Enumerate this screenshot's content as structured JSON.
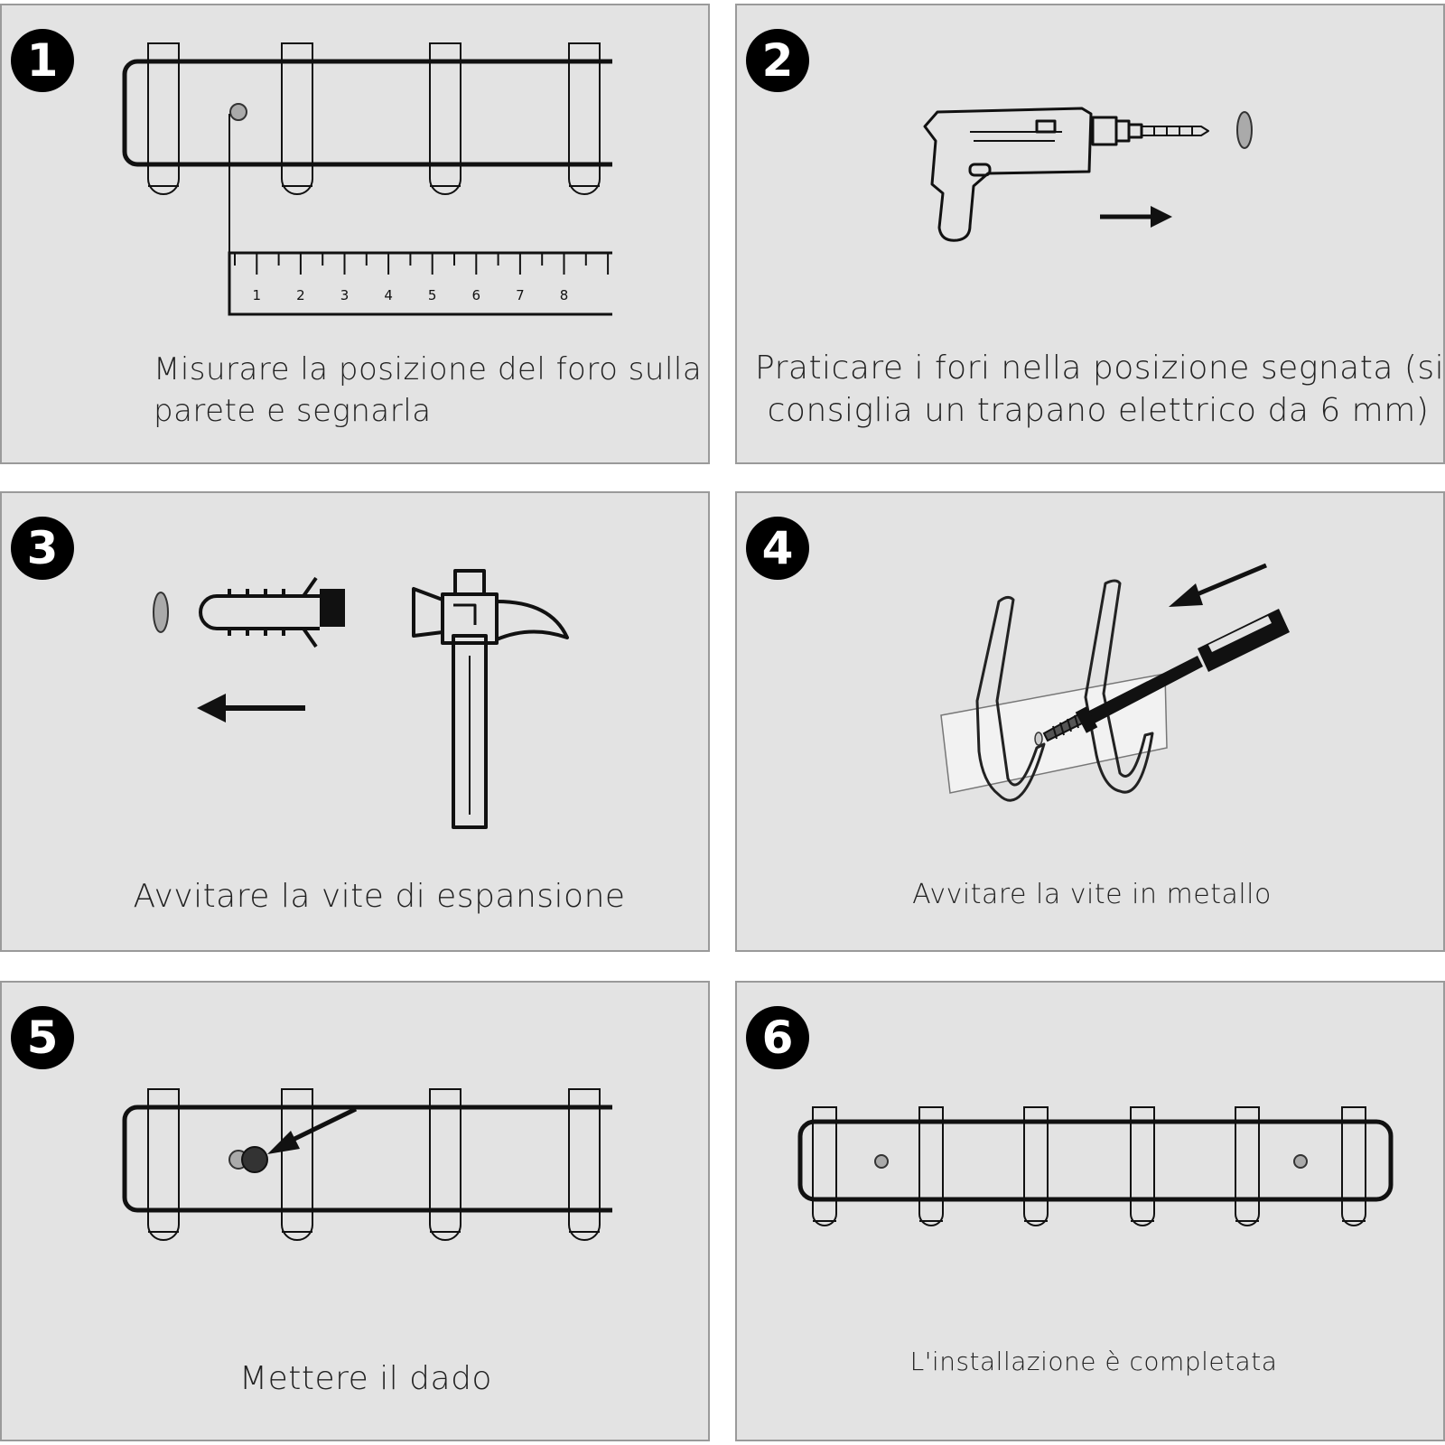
{
  "steps": [
    {
      "number": "1",
      "caption_line1": "Misurare la posizione del foro sulla",
      "caption_line2": "parete e segnarla"
    },
    {
      "number": "2",
      "caption_line1": "Praticare i fori nella posizione segnata (si",
      "caption_line2": "consiglia un trapano elettrico da 6 mm)"
    },
    {
      "number": "3",
      "caption_line1": "Avvitare la vite di espansione"
    },
    {
      "number": "4",
      "caption_line1": "Avvitare la vite in metallo"
    },
    {
      "number": "5",
      "caption_line1": "Mettere il dado"
    },
    {
      "number": "6",
      "caption_line1": "L'installazione è completata"
    }
  ],
  "ruler": {
    "labels": [
      "1",
      "2",
      "3",
      "4",
      "5",
      "6",
      "7",
      "8"
    ]
  },
  "colors": {
    "panel_bg": "#e3e3e3",
    "panel_border": "#9a9a9a",
    "line": "#111111",
    "badge": "#000000",
    "hole": "#aaaaaa"
  },
  "icons": [
    "coat-rack-icon",
    "ruler-icon",
    "drill-icon",
    "wall-plug-icon",
    "hammer-icon",
    "screwdriver-icon",
    "arrow-icon",
    "wall-hole-icon"
  ]
}
